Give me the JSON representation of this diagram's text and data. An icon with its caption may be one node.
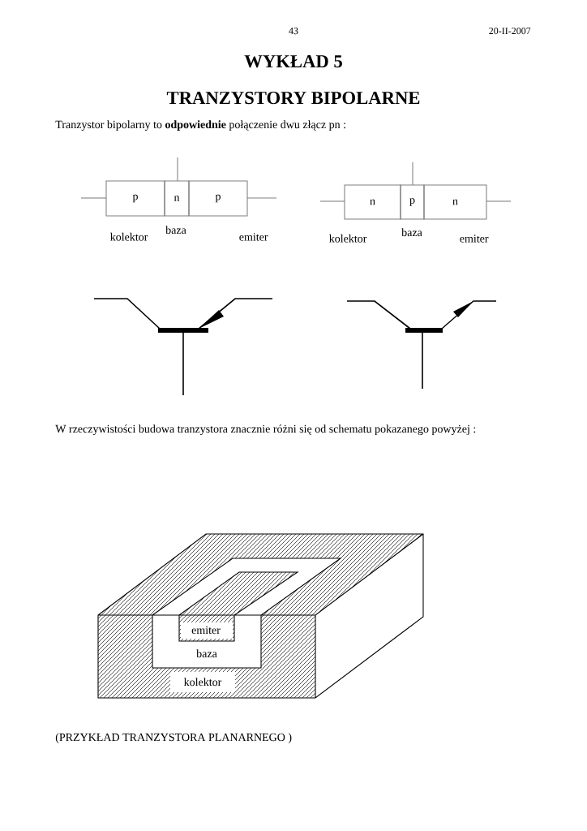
{
  "diagram": {
    "title": "WYKŁAD 5",
    "caption": "(PRZYKŁAD TRANZYSTORA PLANARNEGO )",
    "nodes": [
      {
        "text": [
          "p"
        ],
        "beside": [
          "kolektor"
        ]
      },
      {
        "text": [
          "n"
        ]
      },
      {
        "text": [
          "p"
        ],
        "beside": [
          "emiter"
        ]
      },
      {
        "text": [
          "n"
        ],
        "beside": [
          "kolektor"
        ]
      },
      {
        "text": [
          "p"
        ]
      },
      {
        "text": [
          "n"
        ],
        "beside": [
          "emiter"
        ]
      }
    ],
    "labels": [
      "43",
      "20-II-2007",
      "TRANZYSTORY BIPOLARNE",
      "Tranzystor bipolarny to **odpowiednie** połączenie dwu złącz pn :",
      "baza",
      "baza",
      "W rzeczywistości budowa tranzystora znacznie różni się od schematu pokazanego powyżej :",
      "emiter",
      "baza",
      "kolektor"
    ]
  }
}
